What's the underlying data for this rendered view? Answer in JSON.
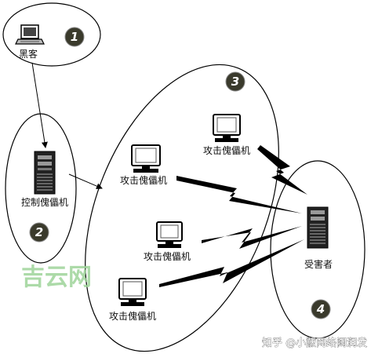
{
  "nodes": {
    "hacker": {
      "label": "黑客",
      "icon": "laptop-icon"
    },
    "control_zombie": {
      "label": "控制傀儡机",
      "icon": "server-tower-icon"
    },
    "attack_zombie_1": {
      "label": "攻击傀儡机",
      "icon": "monitor-icon"
    },
    "attack_zombie_2": {
      "label": "攻击傀儡机",
      "icon": "monitor-icon"
    },
    "attack_zombie_3": {
      "label": "攻击傀儡机",
      "icon": "monitor-icon"
    },
    "attack_zombie_4": {
      "label": "攻击傀儡机",
      "icon": "monitor-icon"
    },
    "victim": {
      "label": "受害者",
      "icon": "server-tower-icon"
    }
  },
  "groups": {
    "g1": {
      "number": "1"
    },
    "g2": {
      "number": "2"
    },
    "g3": {
      "number": "3"
    },
    "g4": {
      "number": "4"
    }
  },
  "watermarks": {
    "site": "吉云网",
    "credit": "知乎 @小黻网络阔润发"
  },
  "colors": {
    "badge_fill": "#3a3a2c",
    "badge_text": "#ffffff",
    "watermark": "#9ed49a",
    "line": "#000000"
  }
}
